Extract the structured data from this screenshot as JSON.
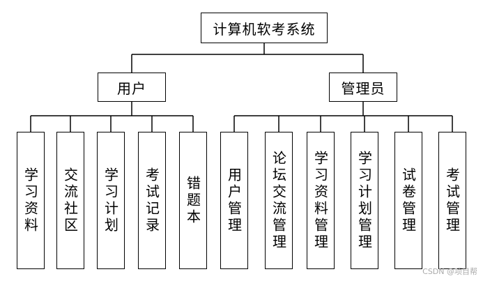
{
  "root": {
    "label": "计算机软考系统"
  },
  "groups": [
    {
      "label": "用户",
      "children": [
        "学习资料",
        "交流社区",
        "学习计划",
        "考试记录",
        "错题本"
      ]
    },
    {
      "label": "管理员",
      "children": [
        "用户管理",
        "论坛交流管理",
        "学习资料管理",
        "学习计划管理",
        "试卷管理",
        "考试管理"
      ]
    }
  ],
  "watermark": "CSDN @项目帮"
}
